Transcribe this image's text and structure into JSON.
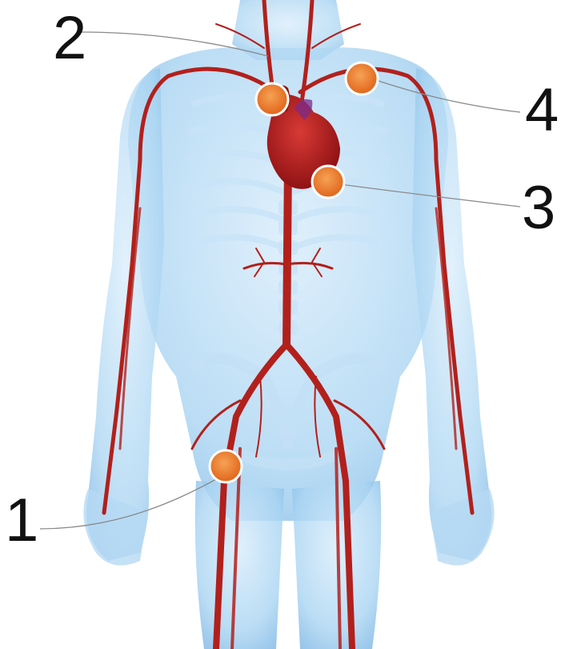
{
  "labels": [
    {
      "id": "1",
      "text": "1",
      "site": "right-femoral-artery"
    },
    {
      "id": "2",
      "text": "2",
      "site": "right-carotid-subclavian-junction"
    },
    {
      "id": "3",
      "text": "3",
      "site": "left-ventricle-apex"
    },
    {
      "id": "4",
      "text": "4",
      "site": "left-subclavian-artery"
    }
  ],
  "colors": {
    "body_fill": "#a9d4f2",
    "body_edge": "#7fb8e6",
    "bone_fill": "#c9e4f8",
    "artery": "#b2201c",
    "artery_dark": "#7c1210",
    "heart": "#b3141b",
    "marker_fill": "#e9741f",
    "marker_ring": "#ffffff",
    "leader_line": "#8a8a8a",
    "number_text": "#111111"
  },
  "icons": {
    "figure": "human-body-icon",
    "heart": "heart-icon",
    "marker": "circle-marker-icon"
  }
}
